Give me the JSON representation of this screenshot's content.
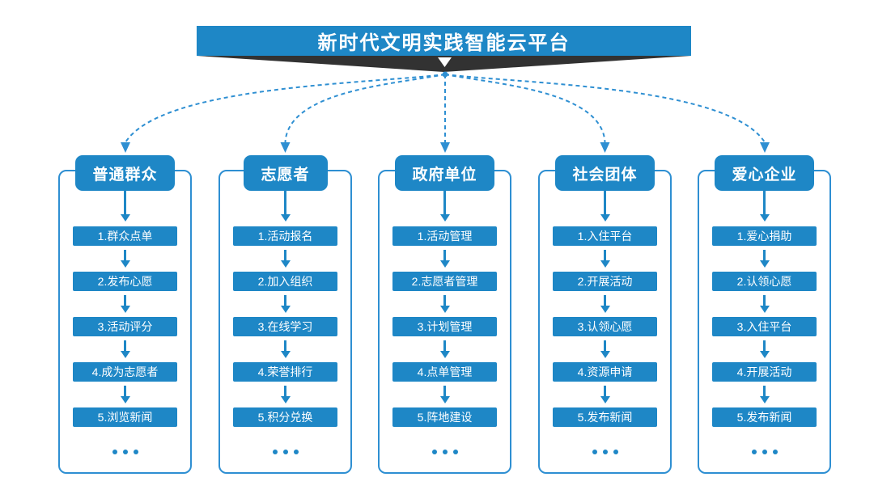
{
  "platform": {
    "title": "新时代文明实践智能云平台"
  },
  "columns": [
    {
      "id": "public",
      "header": "普通群众",
      "items": [
        "1.群众点单",
        "2.发布心愿",
        "3.活动评分",
        "4.成为志愿者",
        "5.浏览新闻"
      ]
    },
    {
      "id": "volunteer",
      "header": "志愿者",
      "items": [
        "1.活动报名",
        "2.加入组织",
        "3.在线学习",
        "4.荣誉排行",
        "5.积分兑换"
      ]
    },
    {
      "id": "government",
      "header": "政府单位",
      "items": [
        "1.活动管理",
        "2.志愿者管理",
        "3.计划管理",
        "4.点单管理",
        "5.阵地建设"
      ]
    },
    {
      "id": "social-group",
      "header": "社会团体",
      "items": [
        "1.入住平台",
        "2.开展活动",
        "3.认领心愿",
        "4.资源申请",
        "5.发布新闻"
      ]
    },
    {
      "id": "enterprise",
      "header": "爱心企业",
      "items": [
        "1.爱心捐助",
        "2.认领心愿",
        "3.入住平台",
        "4.开展活动",
        "5.发布新闻"
      ]
    }
  ],
  "icons": {
    "banner_pointer": "chevron-down-icon",
    "flow_connector": "arrow-down-icon",
    "more_indicator": "ellipsis-dots-icon"
  },
  "colors": {
    "primary_blue": "#1e87c6",
    "connector_blue": "#2e8fd2",
    "banner_ribbon_dark": "#323232",
    "text_on_blue": "#ffffff",
    "background": "#ffffff"
  }
}
